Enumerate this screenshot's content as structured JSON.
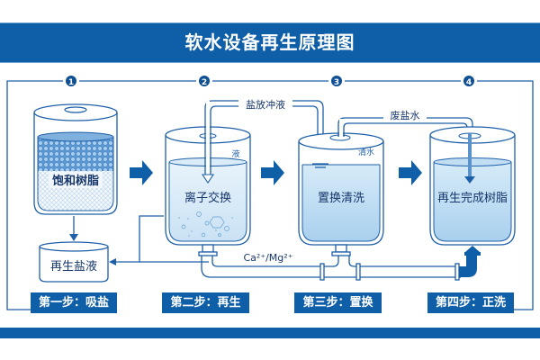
{
  "title": "软水设备再生原理图",
  "step_numbers": [
    "1",
    "2",
    "3",
    "4"
  ],
  "tanks": [
    {
      "label": "饱和树脂"
    },
    {
      "label": "离子交换",
      "corner_note": "液"
    },
    {
      "label": "置换清洗",
      "corner_note": "清水"
    },
    {
      "label": "再生完成树脂"
    }
  ],
  "brine_tank": {
    "label": "再生盐液"
  },
  "pipe_labels": {
    "salt_flush": "盐放冲液",
    "waste_brine": "废盐水",
    "ions": "Ca²⁺/Mg²⁺"
  },
  "steps": [
    {
      "label": "第一步：吸盐"
    },
    {
      "label": "第二步：再生"
    },
    {
      "label": "第三步：置换"
    },
    {
      "label": "第四步：正洗"
    }
  ],
  "colors": {
    "primary": "#0f5ea8",
    "line": "#1d5fa8",
    "water": "#bcdcf2",
    "resin": "#4f8fcf"
  }
}
